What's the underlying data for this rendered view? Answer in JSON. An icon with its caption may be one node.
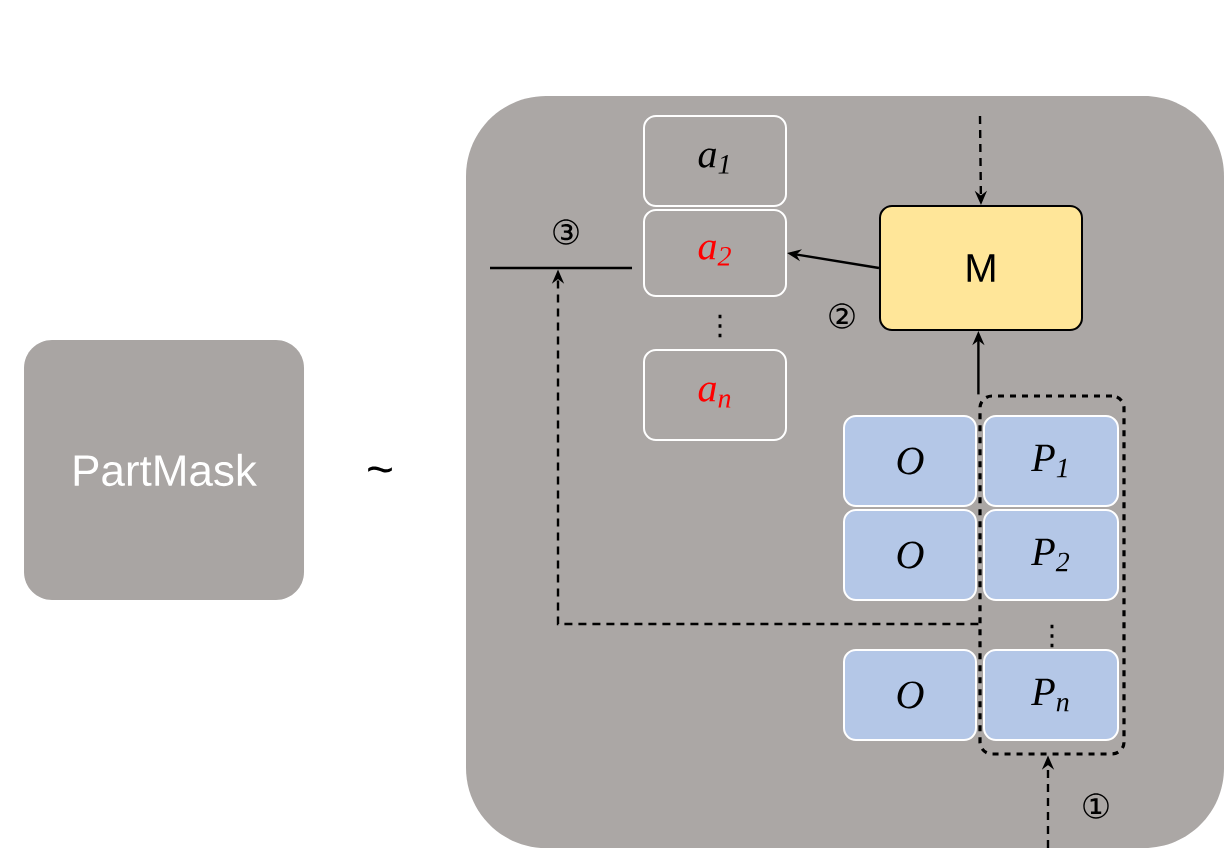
{
  "diagram": {
    "nodes": [
      {
        "text": [
          "PartMask"
        ]
      },
      {
        "text": [],
        "shape": "box"
      },
      {
        "text": [
          "a$_{1}$"
        ],
        "in": 1
      },
      {
        "text": [
          "a$_{2}$"
        ],
        "in": 1
      },
      {
        "text": [
          "a$_{n}$"
        ],
        "in": 1
      },
      {
        "text": [
          "M"
        ],
        "in": 1
      },
      {
        "text": [],
        "shape": "box",
        "in": 1
      },
      {
        "text": [
          "O"
        ],
        "in": 1
      },
      {
        "text": [
          "P$_{1}$"
        ],
        "in": 6
      },
      {
        "text": [
          "O"
        ],
        "in": 1
      },
      {
        "text": [
          "P$_{2}$"
        ],
        "in": 6
      },
      {
        "text": [
          "O"
        ],
        "in": 1
      },
      {
        "text": [
          "P$_{n}$"
        ],
        "in": 6
      },
      {
        "text": [],
        "shape": "bar",
        "in": 1
      }
    ],
    "edges": [
      {
        "from": null,
        "to": 5,
        "arrow": "to",
        "style": "dashed"
      },
      {
        "from": 5,
        "to": 3,
        "arrow": "to"
      },
      {
        "from": 6,
        "to": 5,
        "arrow": "to"
      },
      {
        "from": null,
        "to": 6,
        "arrow": "to",
        "style": "dashed"
      },
      {
        "from": 6,
        "to": 13,
        "arrow": "to",
        "style": "dashed"
      }
    ],
    "labels": [
      "~",
      "③",
      "②",
      "⋮",
      "⋮",
      "①"
    ]
  }
}
